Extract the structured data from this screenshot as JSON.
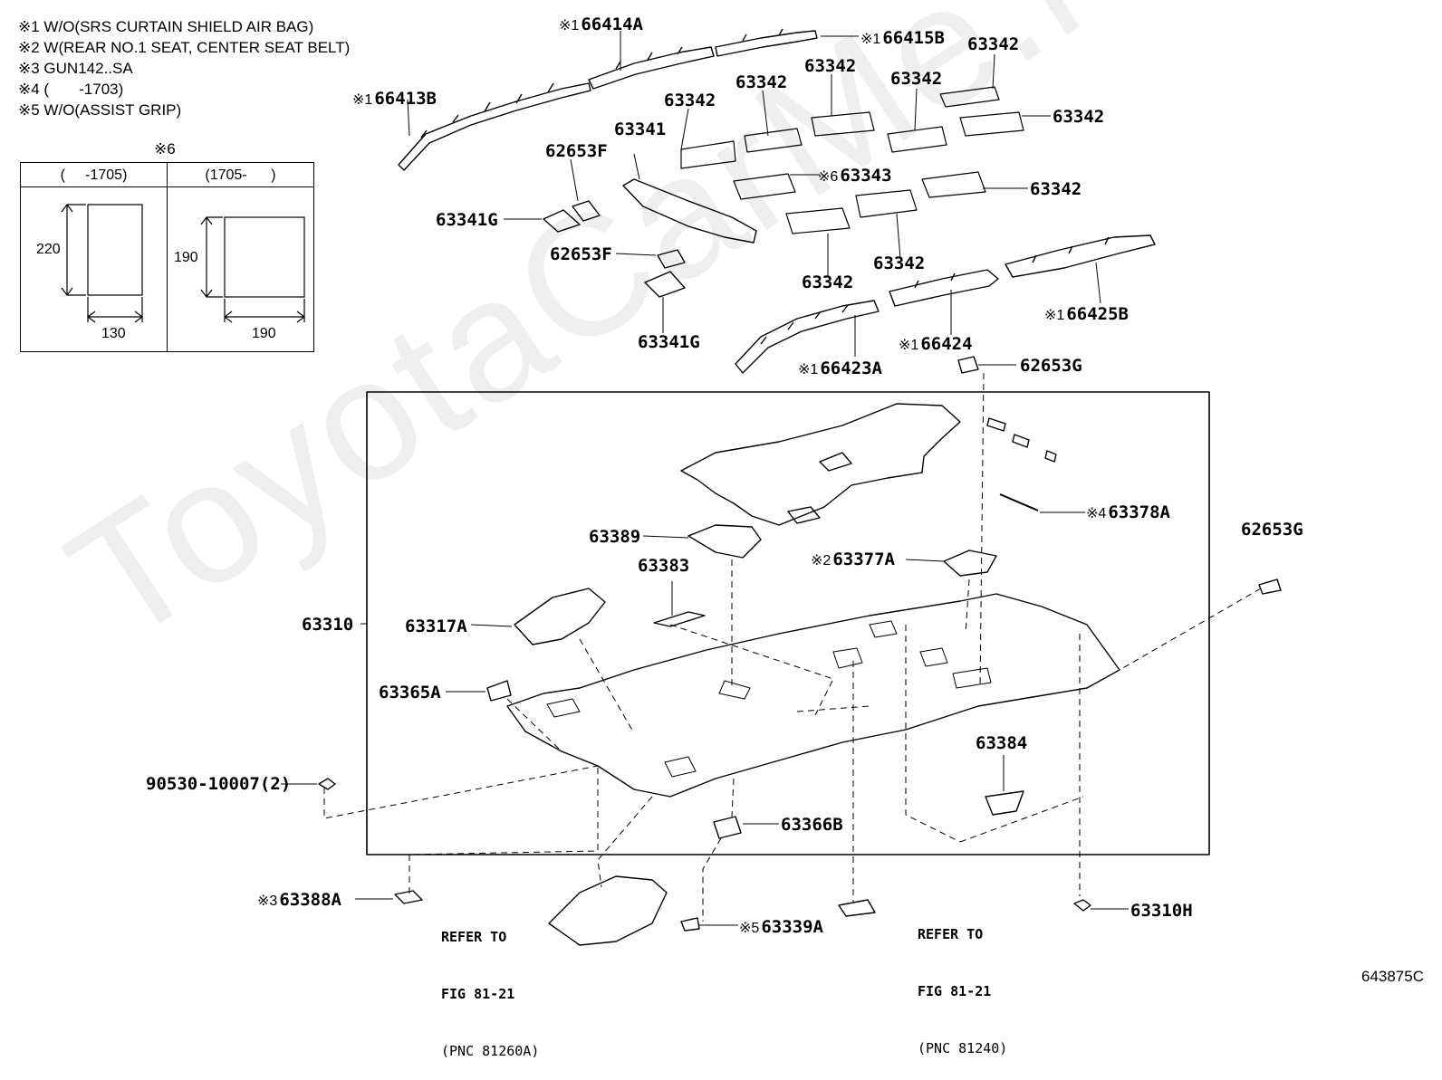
{
  "notes": [
    "※1 W/O(SRS CURTAIN SHIELD AIR BAG)",
    "※2 W(REAR NO.1 SEAT, CENTER SEAT BELT)",
    "※3 GUN142..SA",
    "※4 (       -1703)",
    "※5 W/O(ASSIST GRIP)"
  ],
  "inset": {
    "title": "※6",
    "col1_header": "(     -1705)",
    "col2_header": "(1705-      )",
    "col1_height": "220",
    "col1_width": "130",
    "col2_height": "190",
    "col2_width": "190"
  },
  "parts": {
    "p66414A": {
      "mark": "※1",
      "code": "66414A"
    },
    "p66415B": {
      "mark": "※1",
      "code": "66415B"
    },
    "p66413B": {
      "mark": "※1",
      "code": "66413B"
    },
    "p63342_a": {
      "code": "63342"
    },
    "p63342_b": {
      "code": "63342"
    },
    "p63342_c": {
      "code": "63342"
    },
    "p63342_d": {
      "code": "63342"
    },
    "p63342_e": {
      "code": "63342"
    },
    "p63342_f": {
      "code": "63342"
    },
    "p63342_g": {
      "code": "63342"
    },
    "p63342_h": {
      "code": "63342"
    },
    "p63342_i": {
      "code": "63342"
    },
    "p63341": {
      "code": "63341"
    },
    "p62653F_a": {
      "code": "62653F"
    },
    "p62653F_b": {
      "code": "62653F"
    },
    "p63343": {
      "mark": "※6",
      "code": "63343"
    },
    "p63341G_a": {
      "code": "63341G"
    },
    "p63341G_b": {
      "code": "63341G"
    },
    "p66425B": {
      "mark": "※1",
      "code": "66425B"
    },
    "p66424": {
      "mark": "※1",
      "code": "66424"
    },
    "p66423A": {
      "mark": "※1",
      "code": "66423A"
    },
    "p62653G_a": {
      "code": "62653G"
    },
    "p62653G_b": {
      "code": "62653G"
    },
    "p63378A": {
      "mark": "※4",
      "code": "63378A"
    },
    "p63389": {
      "code": "63389"
    },
    "p63377A": {
      "mark": "※2",
      "code": "63377A"
    },
    "p63383": {
      "code": "63383"
    },
    "p63310": {
      "code": "63310"
    },
    "p63317A": {
      "code": "63317A"
    },
    "p63365A": {
      "code": "63365A"
    },
    "p90530": {
      "code": "90530-10007(2)"
    },
    "p63384": {
      "code": "63384"
    },
    "p63366B": {
      "code": "63366B"
    },
    "p63388A": {
      "mark": "※3",
      "code": "63388A"
    },
    "p63339A": {
      "mark": "※5",
      "code": "63339A"
    },
    "p63310H": {
      "code": "63310H"
    }
  },
  "refs": {
    "left": {
      "line1": "REFER TO",
      "line2": "FIG 81-21",
      "line3": "(PNC 81260A)"
    },
    "right": {
      "line1": "REFER TO",
      "line2": "FIG 81-21",
      "line3": "(PNC 81240)"
    }
  },
  "watermark": "ToyotaCarMe.ru",
  "drawing_id": "643875C"
}
